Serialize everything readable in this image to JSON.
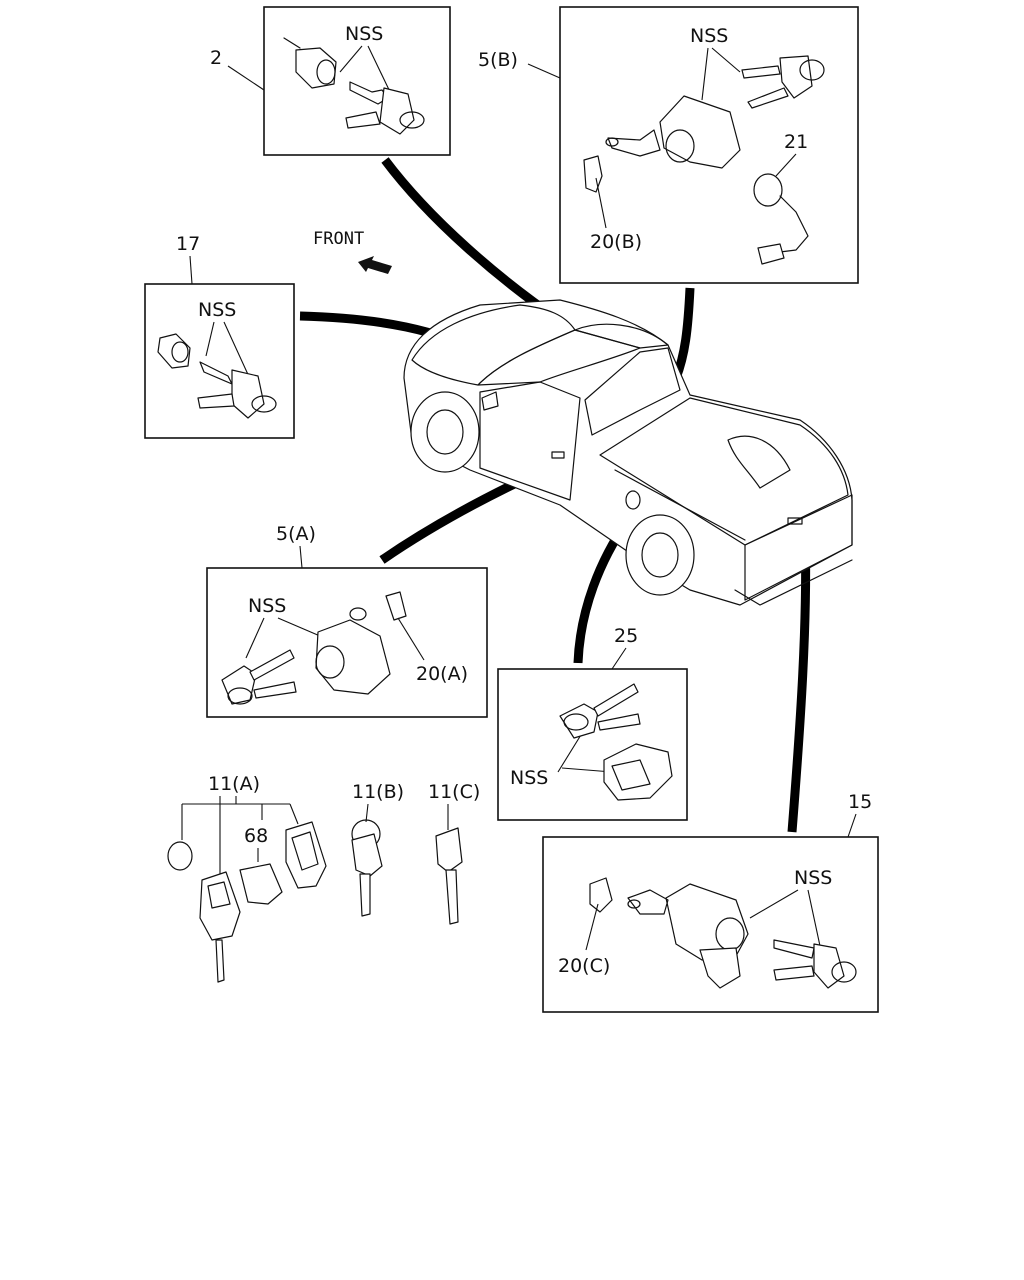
{
  "labels": {
    "front": "FRONT",
    "nss": "NSS",
    "part_2": "2",
    "part_5b": "5(B)",
    "part_21": "21",
    "part_20b": "20(B)",
    "part_17": "17",
    "part_5a": "5(A)",
    "part_20a": "20(A)",
    "part_25": "25",
    "part_11a": "11(A)",
    "part_68": "68",
    "part_11b": "11(B)",
    "part_11c": "11(C)",
    "part_15": "15",
    "part_20c": "20(C)"
  }
}
